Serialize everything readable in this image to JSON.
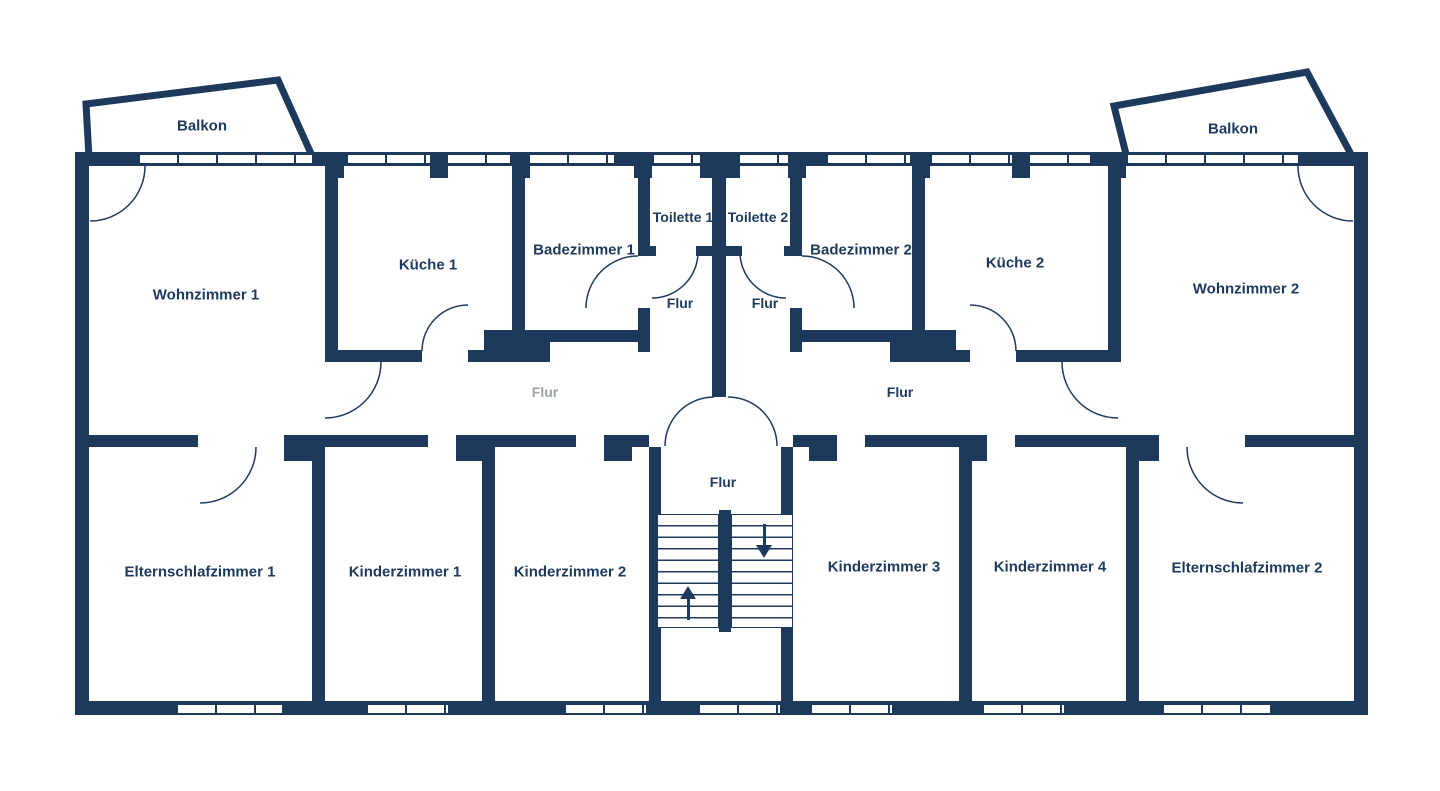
{
  "colors": {
    "wall": "#1d3a5c",
    "label": "#1d3a5c",
    "label_muted": "#9aa3ab",
    "background": "#ffffff"
  },
  "labels": {
    "balkon_left": "Balkon",
    "wohnzimmer_1": "Wohnzimmer 1",
    "kueche_1": "Küche 1",
    "badezimmer_1": "Badezimmer 1",
    "toilette_1": "Toilette 1",
    "toilette_2": "Toilette 2",
    "badezimmer_2": "Badezimmer 2",
    "kueche_2": "Küche 2",
    "wohnzimmer_2": "Wohnzimmer 2",
    "balkon_right": "Balkon",
    "flur_vestibule_1": "Flur",
    "flur_vestibule_2": "Flur",
    "flur_left": "Flur",
    "flur_right": "Flur",
    "flur_center": "Flur",
    "elternschlafzimmer_1": "Elternschlafzimmer 1",
    "kinderzimmer_1": "Kinderzimmer 1",
    "kinderzimmer_2": "Kinderzimmer 2",
    "kinderzimmer_3": "Kinderzimmer 3",
    "kinderzimmer_4": "Kinderzimmer 4",
    "elternschlafzimmer_2": "Elternschlafzimmer 2"
  },
  "icons": {
    "stairs_up": "stairs-up-arrow-icon",
    "stairs_down": "stairs-down-arrow-icon"
  }
}
